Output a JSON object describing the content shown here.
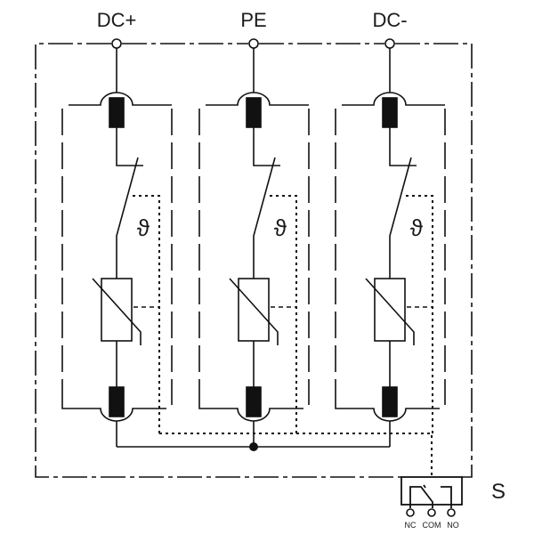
{
  "terminals": [
    {
      "label": "DC+"
    },
    {
      "label": "PE"
    },
    {
      "label": "DC-"
    }
  ],
  "thermal_symbol": "ϑ",
  "relay": {
    "label": "S",
    "contacts": [
      "NC",
      "COM",
      "NO"
    ]
  },
  "colors": {
    "line": "#111111",
    "background": "#ffffff"
  }
}
